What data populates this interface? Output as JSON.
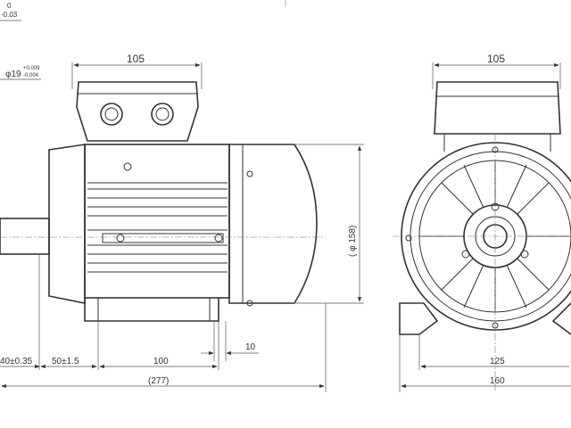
{
  "drawing": {
    "top_left_tolerance_upper": "0",
    "top_left_tolerance_lower": "-0.03",
    "shaft_diameter": "φ19",
    "shaft_tol_upper": "+0.009",
    "shaft_tol_lower": "-0.004",
    "side_view": {
      "terminal_box_width": "105",
      "flange_diameter": "( φ 158)",
      "shaft_length": "40±0.35",
      "shaft_to_foot": "50±1.5",
      "foot_hole_spacing": "100",
      "foot_thickness": "10",
      "overall_length": "(277)"
    },
    "front_view": {
      "terminal_box_width": "105",
      "foot_hole_spacing": "125",
      "foot_width": "160"
    }
  }
}
